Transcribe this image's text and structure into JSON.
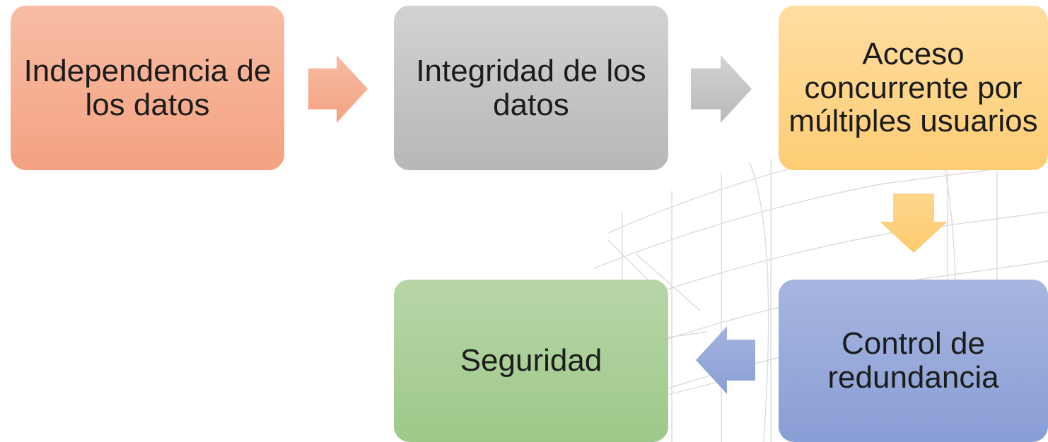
{
  "diagram": {
    "steps": [
      {
        "id": "independencia",
        "label": "Independencia de los datos"
      },
      {
        "id": "integridad",
        "label": "Integridad de los datos"
      },
      {
        "id": "acceso",
        "label": "Acceso concurrente por múltiples usuarios"
      },
      {
        "id": "redundancia",
        "label": "Control de redundancia"
      },
      {
        "id": "seguridad",
        "label": "Seguridad"
      }
    ],
    "flow": [
      {
        "from": "independencia",
        "to": "integridad",
        "direction": "right"
      },
      {
        "from": "integridad",
        "to": "acceso",
        "direction": "right"
      },
      {
        "from": "acceso",
        "to": "redundancia",
        "direction": "down"
      },
      {
        "from": "redundancia",
        "to": "seguridad",
        "direction": "left"
      }
    ],
    "colors": {
      "independencia": "#f4a282",
      "integridad": "#bdbdbd",
      "acceso": "#fdcd74",
      "redundancia": "#8fa3d8",
      "seguridad": "#a3cb8f"
    }
  }
}
